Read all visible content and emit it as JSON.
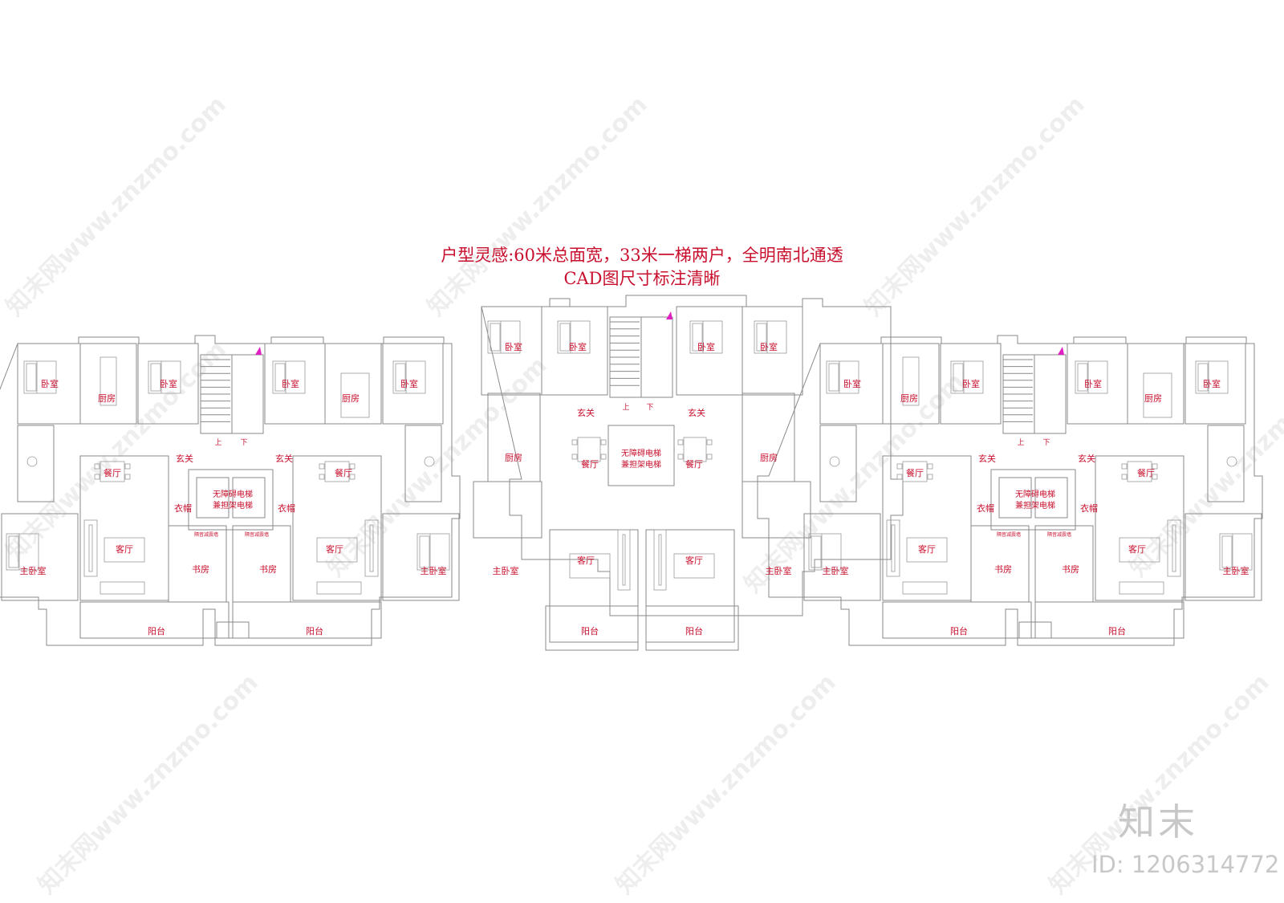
{
  "heading": {
    "line1": "户型灵感:60米总面宽，33米一梯两户，全明南北通透",
    "line2": "CAD图尺寸标注清晰"
  },
  "brand": {
    "logo_text": "知末",
    "id_text": "ID: 1206314772"
  },
  "watermark": "知末网www.znzmo.com",
  "colors": {
    "label": "#c8102e",
    "lines": "#8a8a8a",
    "accent": "#e020c0"
  },
  "rooms": {
    "bedroom": "卧室",
    "kitchen": "厨房",
    "master_bedroom": "主卧室",
    "dining": "餐厅",
    "living": "客厅",
    "study": "书房",
    "balcony": "阳台",
    "foyer": "玄关",
    "cloakroom": "衣帽",
    "elevator_line1": "无障碍电梯",
    "elevator_line2": "兼担架电梯",
    "stair_up": "上",
    "stair_down": "下",
    "wall_note": "隔音减震墙"
  }
}
